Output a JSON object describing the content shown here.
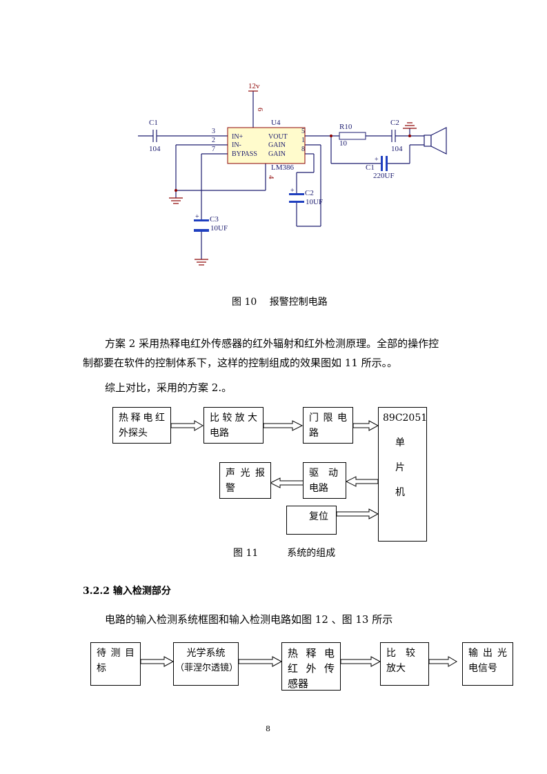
{
  "circuit": {
    "vcc": "12v",
    "pin6": "6",
    "pin4": "4",
    "c1_label": "C1",
    "c1_value": "104",
    "u4_label": "U4",
    "ic_name": "LM386",
    "ic_pins_left": [
      "IN+",
      "IN-",
      "BYPASS"
    ],
    "ic_pins_right": [
      "VOUT",
      "GAIN",
      "GAIN"
    ],
    "pin_numbers_left": [
      "3",
      "2",
      "7"
    ],
    "pin_numbers_right": [
      "5",
      "1",
      "8"
    ],
    "r10_label": "R10",
    "r10_value": "10",
    "c2_out_label": "C2",
    "c2_out_value": "104",
    "c1_elec_label": "C1",
    "c1_elec_value": "220UF",
    "c2_gain_label": "C2",
    "c2_gain_value": "10UF",
    "c3_label": "C3",
    "c3_value": "10UF"
  },
  "fig10_caption": "图 10　 报警控制电路",
  "paragraph1_line1": "方案 2 采用热释电红外传感器的红外辐射和红外检测原理。全部的操作控",
  "paragraph1_line2": "制都要在软件的控制体系下，这样的控制组成的效果图如 11 所示。。",
  "paragraph2": "综上对比，采用的方案 2.。",
  "fig11": {
    "sensor": [
      "热释电红",
      "外探头"
    ],
    "compare": [
      "比较放大",
      "电路"
    ],
    "threshold": [
      "门限电",
      "路"
    ],
    "mcu_model": "89C2051",
    "mcu_chars": [
      "单",
      "片",
      "机"
    ],
    "alarm": [
      "声光报",
      "警"
    ],
    "drive": [
      "驱　动",
      "电路"
    ],
    "reset": "复位",
    "caption": "图 11　　　系统的组成"
  },
  "section_heading": "3.2.2 输入检测部分",
  "paragraph3": "电路的输入检测系统框图和输入检测电路如图 12 、图 13 所示",
  "fig12": {
    "target": [
      "待测目",
      "标"
    ],
    "optics": [
      "光学系统",
      "（菲涅尔透镜）"
    ],
    "pyro": [
      "热释电",
      "红外传",
      "感器"
    ],
    "compare": [
      "比　较",
      "放大"
    ],
    "output": [
      "输出光",
      "电信号"
    ]
  },
  "page_number": "8"
}
